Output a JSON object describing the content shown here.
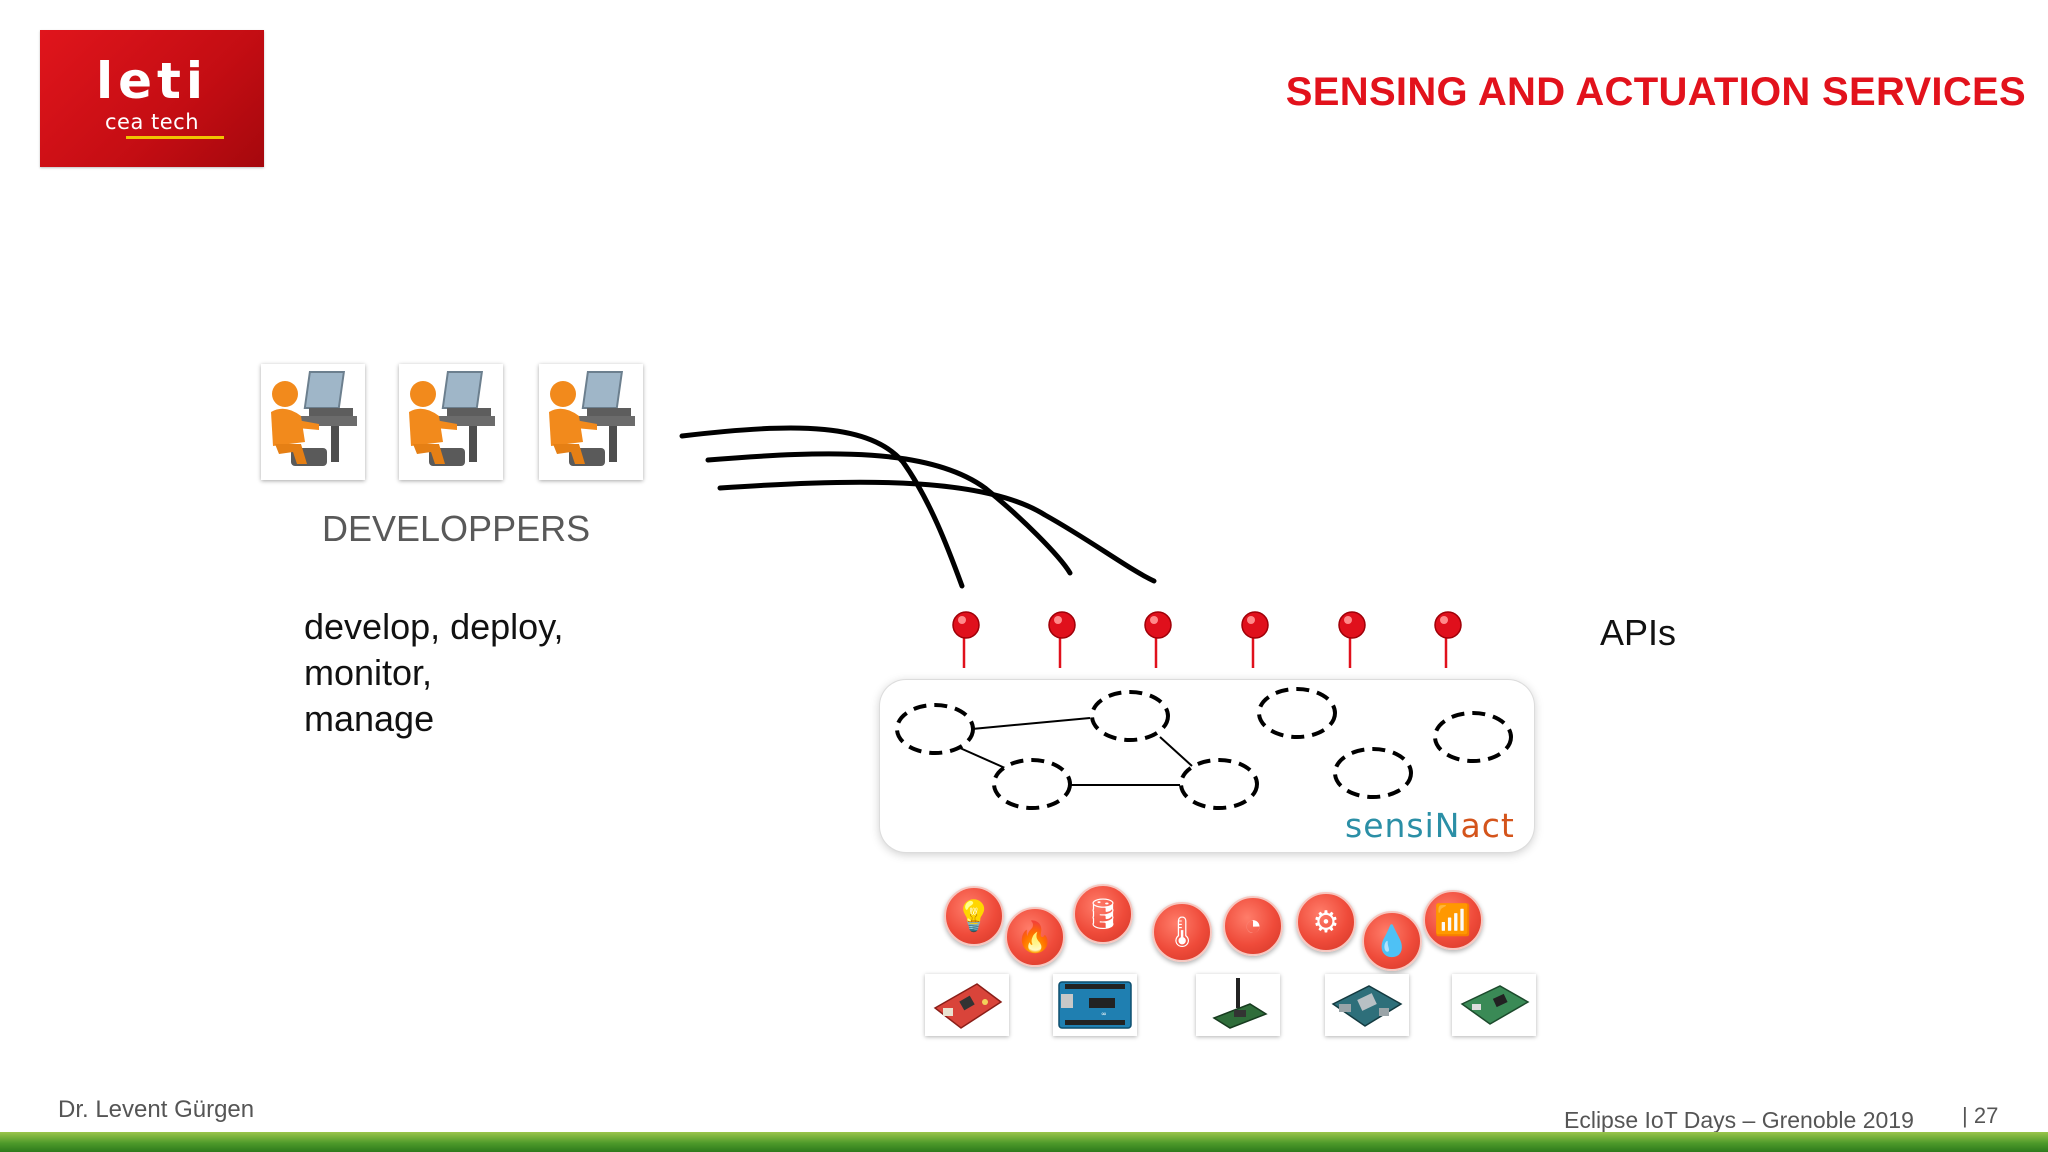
{
  "logo": {
    "main": "leti",
    "sub": "cea tech"
  },
  "title": "SENSING AND ACTUATION SERVICES",
  "developers": {
    "label": "DEVELOPPERS",
    "count": 3,
    "tasks": [
      "develop, deploy,",
      "monitor,",
      "manage"
    ]
  },
  "apis": {
    "label": "APIs",
    "count": 6
  },
  "platform": {
    "brand_prefix": "sensiN",
    "brand_suffix": "act"
  },
  "colors": {
    "title_red": "#e2121c",
    "pin_red": "#e0101c",
    "brand_teal": "#2b8fa6",
    "brand_orange": "#d4541b",
    "icon_red": "#ef4b3a",
    "bar_green": "#4e9a2a"
  },
  "service_icons": [
    {
      "name": "light-bulb-icon",
      "glyph": "💡"
    },
    {
      "name": "flame-icon",
      "glyph": "🔥"
    },
    {
      "name": "database-icon",
      "glyph": "🛢"
    },
    {
      "name": "thermometer-icon",
      "glyph": "🌡"
    },
    {
      "name": "gauge-icon",
      "glyph": "◔"
    },
    {
      "name": "gears-icon",
      "glyph": "⚙"
    },
    {
      "name": "water-drop-icon",
      "glyph": "💧"
    },
    {
      "name": "antenna-icon",
      "glyph": "📶"
    }
  ],
  "devices": [
    "sensor-board-icon",
    "arduino-board-icon",
    "radio-module-icon",
    "raspberry-pi-icon",
    "gateway-board-icon"
  ],
  "footer": {
    "author": "Dr. Levent Gürgen",
    "event": "Eclipse IoT Days – Grenoble 2019",
    "page": "| 27"
  }
}
